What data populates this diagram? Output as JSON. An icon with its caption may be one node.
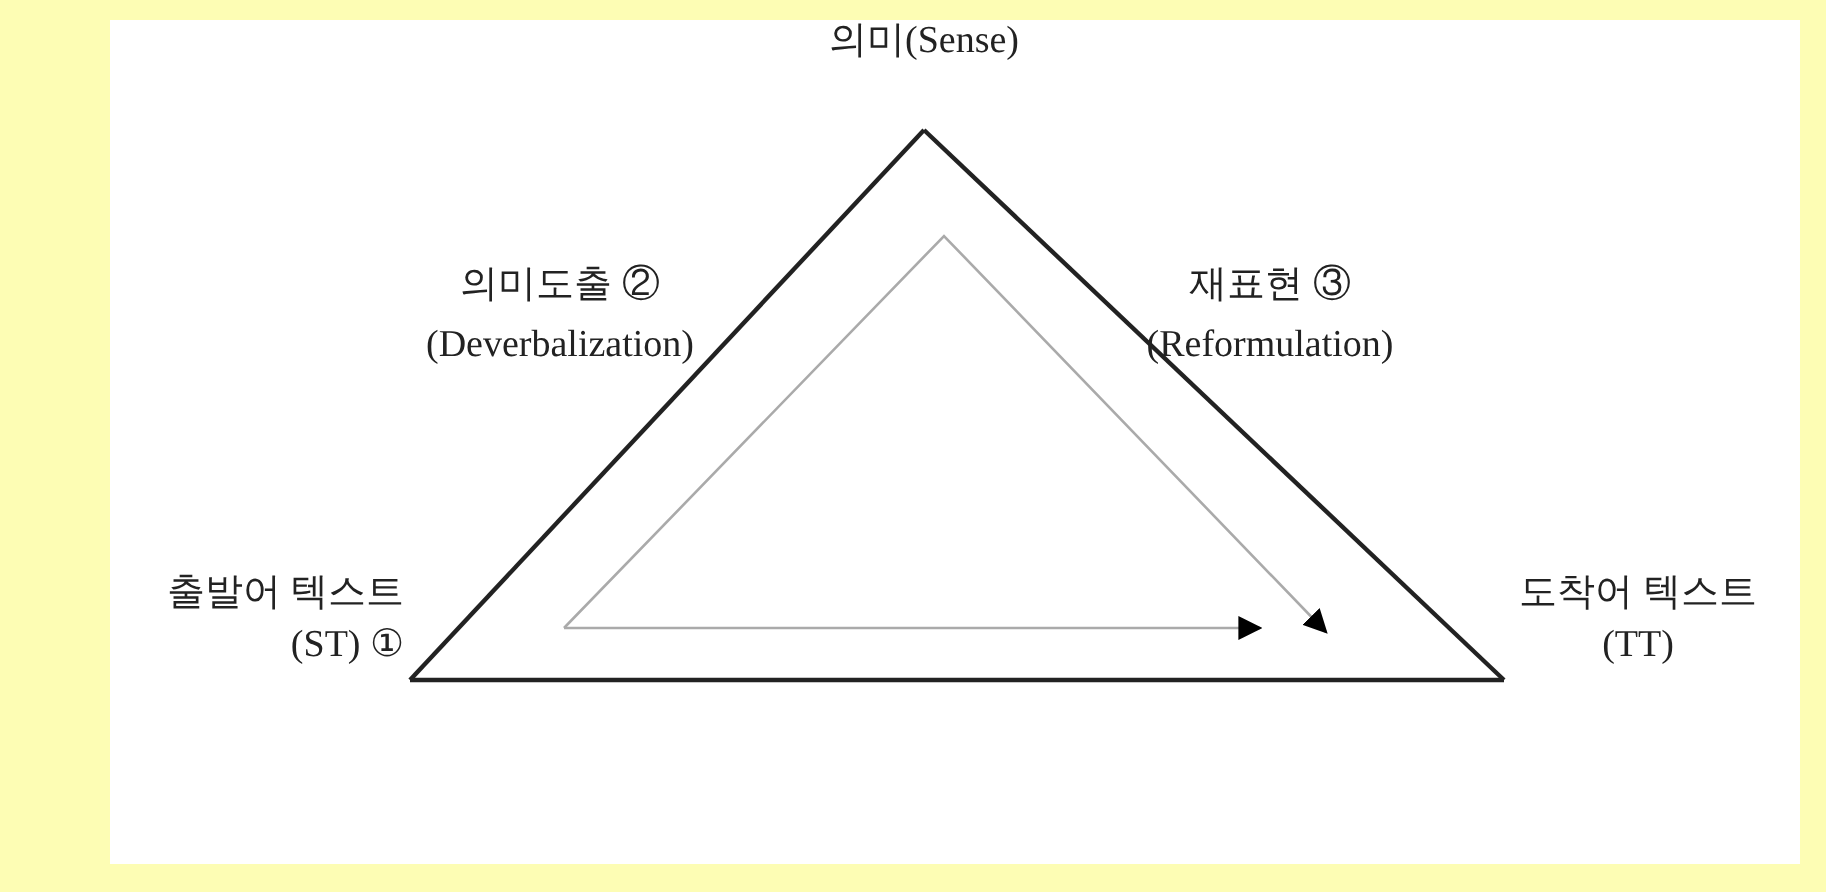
{
  "diagram": {
    "nodes": [
      {
        "text": [
          "의미(Sense)"
        ]
      },
      {
        "text": [
          "출발어 텍스트 (ST) ①"
        ]
      },
      {
        "text": [
          "도착어 텍스트 (TT)"
        ]
      }
    ],
    "edges": [
      {
        "from": 1,
        "to": 0,
        "arrow": "none"
      },
      {
        "from": 0,
        "to": 2,
        "arrow": "none"
      },
      {
        "from": 1,
        "to": 2,
        "arrow": "none"
      }
    ],
    "labels": [
      "의미도출 ② (Deverbalization)",
      "재표현 ③ (Reformulation)"
    ]
  }
}
